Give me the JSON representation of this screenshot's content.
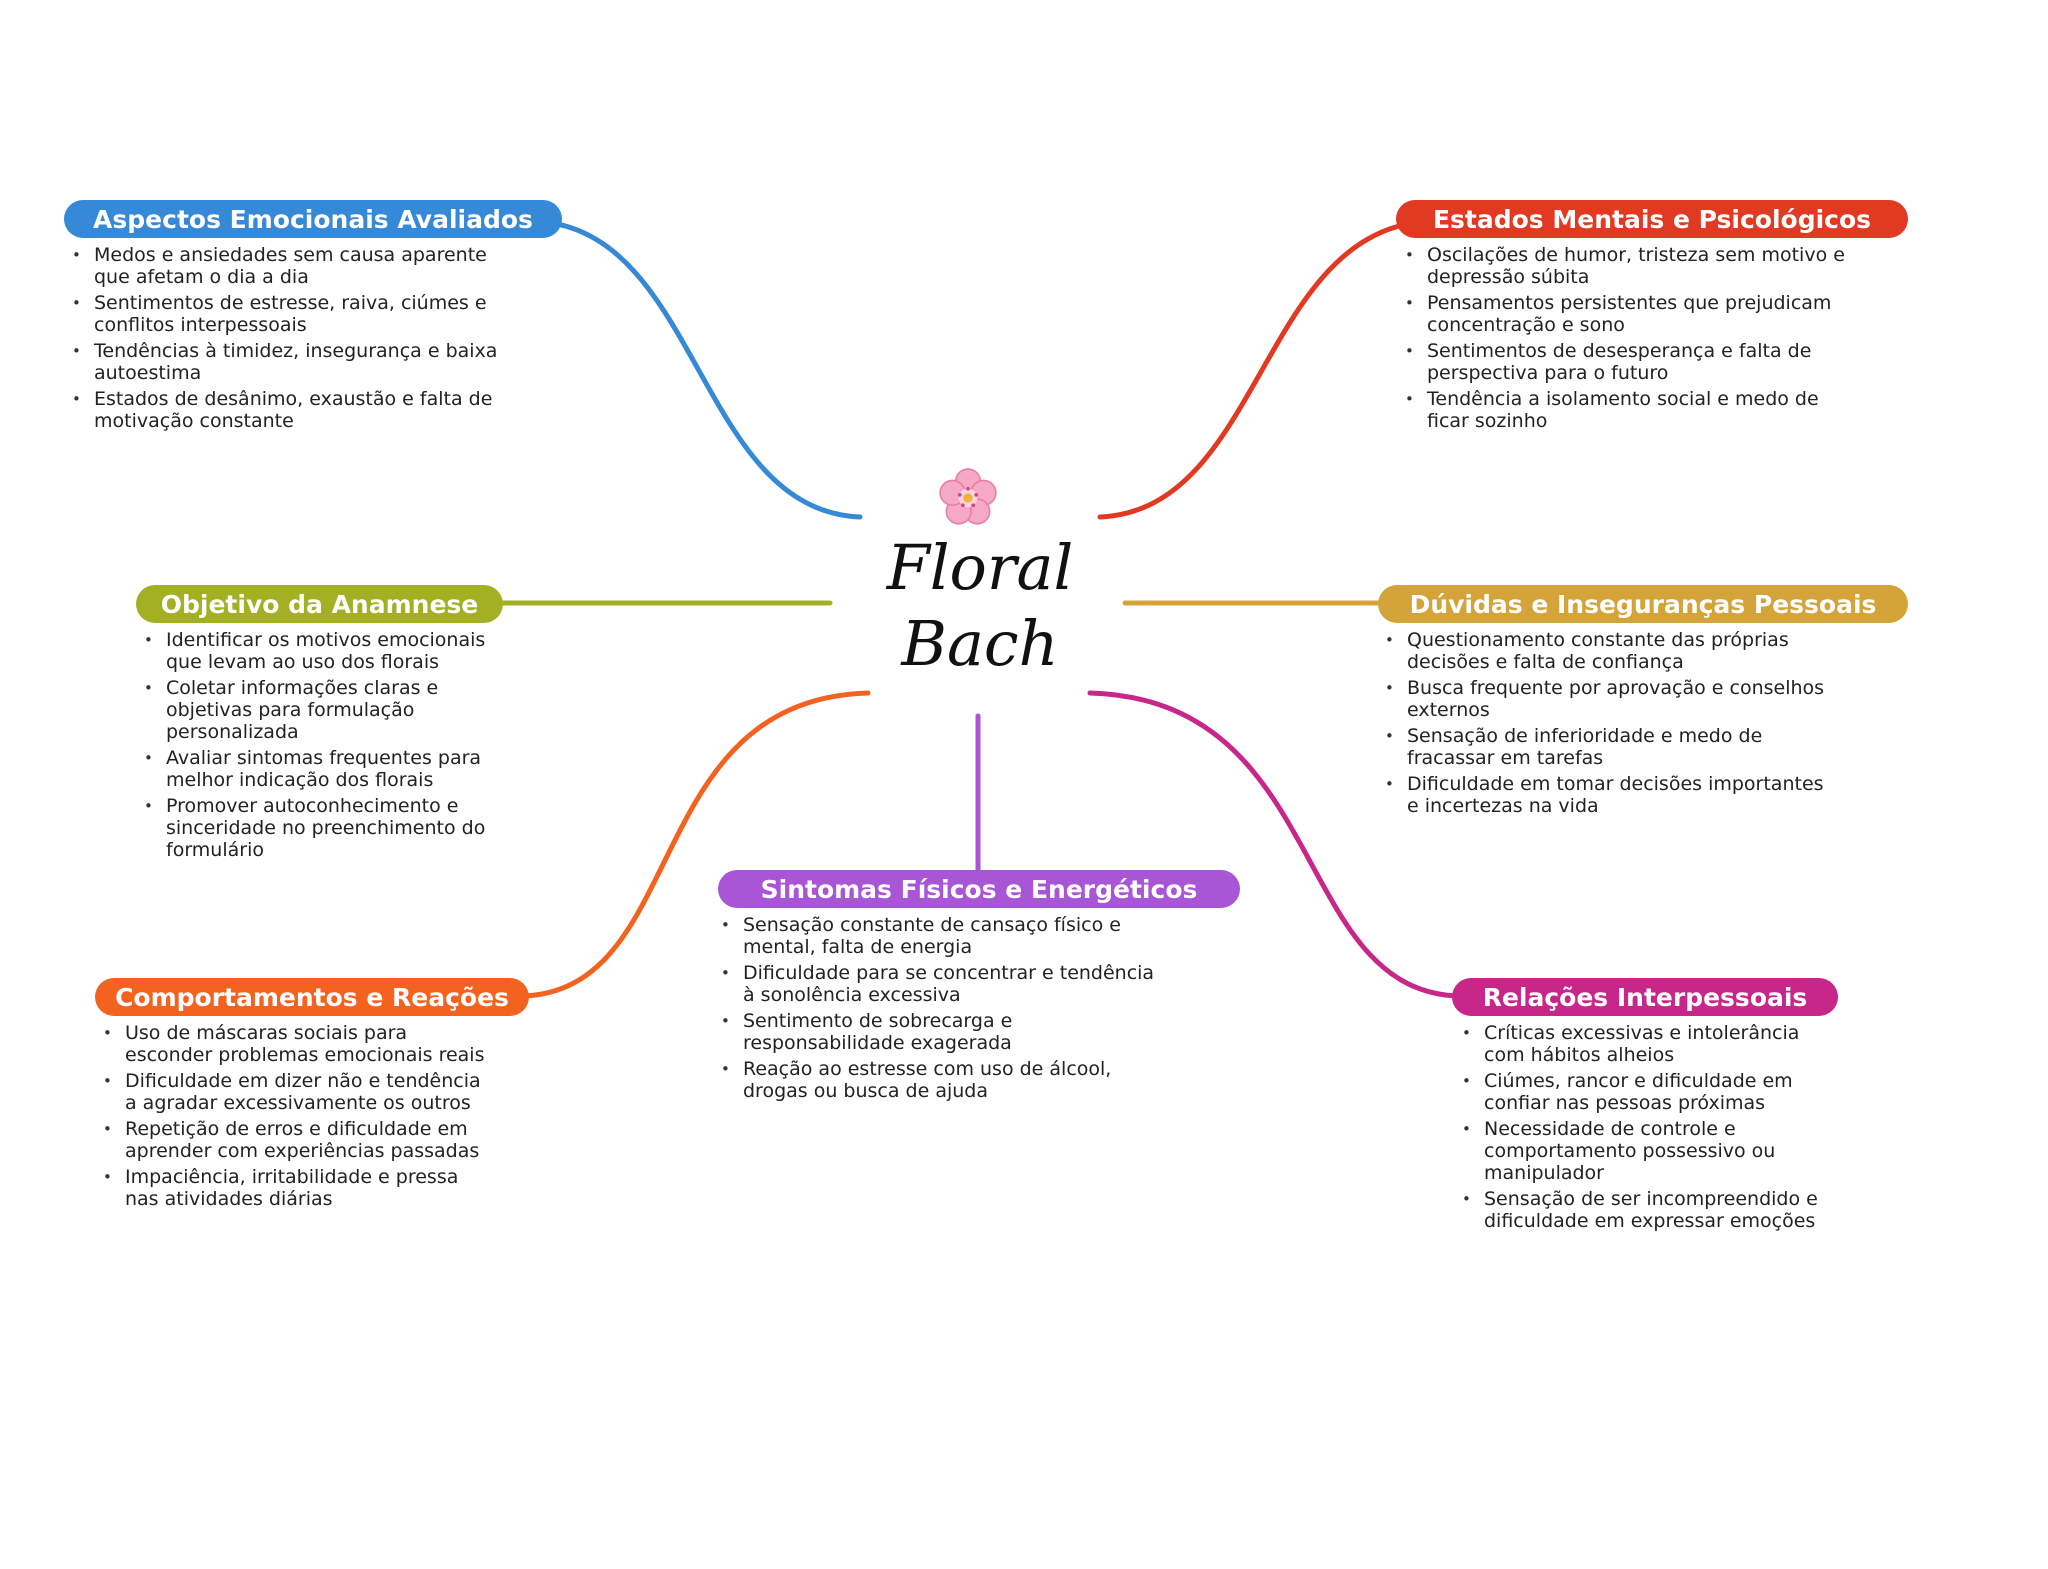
{
  "center": {
    "title_line1": "Floral",
    "title_line2": "Bach",
    "icon": "cherry-blossom-icon"
  },
  "branches": [
    {
      "title": "Aspectos Emocionais Avaliados",
      "color": "#3589d6",
      "items": [
        "Medos e ansiedades sem causa aparente que afetam o dia a dia",
        "Sentimentos de estresse, raiva, ciúmes e conflitos interpessoais",
        "Tendências à timidez, insegurança e baixa autoestima",
        "Estados de desânimo, exaustão e falta de motivação constante"
      ]
    },
    {
      "title": "Estados Mentais e Psicológicos",
      "color": "#e23a22",
      "items": [
        "Oscilações de humor, tristeza sem motivo e depressão súbita",
        "Pensamentos persistentes que prejudicam concentração e sono",
        "Sentimentos de desesperança e falta de perspectiva para o futuro",
        "Tendência a isolamento social e medo de ficar sozinho"
      ]
    },
    {
      "title": "Objetivo da Anamnese",
      "color": "#a3b024",
      "items": [
        "Identificar os motivos emocionais que levam ao uso dos florais",
        "Coletar informações claras e objetivas para formulação personalizada",
        "Avaliar sintomas frequentes para melhor indicação dos florais",
        "Promover autoconhecimento e sinceridade no preenchimento do formulário"
      ]
    },
    {
      "title": "Dúvidas e Inseguranças Pessoais",
      "color": "#d4a43a",
      "items": [
        "Questionamento constante das próprias decisões e falta de confiança",
        "Busca frequente por aprovação e conselhos externos",
        "Sensação de inferioridade e medo de fracassar em tarefas",
        "Dificuldade em tomar decisões importantes e incertezas na vida"
      ]
    },
    {
      "title": "Sintomas Físicos e Energéticos",
      "color": "#a855d6",
      "items": [
        "Sensação constante de cansaço físico e mental, falta de energia",
        "Dificuldade para se concentrar e tendência à sonolência excessiva",
        "Sentimento de sobrecarga e responsabilidade exagerada",
        "Reação ao estresse com uso de álcool, drogas ou busca de ajuda"
      ]
    },
    {
      "title": "Comportamentos e Reações",
      "color": "#f4621f",
      "items": [
        "Uso de máscaras sociais para esconder problemas emocionais reais",
        "Dificuldade em dizer não e tendência a agradar excessivamente os outros",
        "Repetição de erros e dificuldade em aprender com experiências passadas",
        "Impaciência, irritabilidade e pressa nas atividades diárias"
      ]
    },
    {
      "title": "Relações Interpessoais",
      "color": "#c8278a",
      "items": [
        "Críticas excessivas e intolerância com hábitos alheios",
        "Ciúmes, rancor e dificuldade em confiar nas pessoas próximas",
        "Necessidade de controle e comportamento possessivo ou manipulador",
        "Sensação de ser incompreendido e dificuldade em expressar emoções"
      ]
    }
  ]
}
